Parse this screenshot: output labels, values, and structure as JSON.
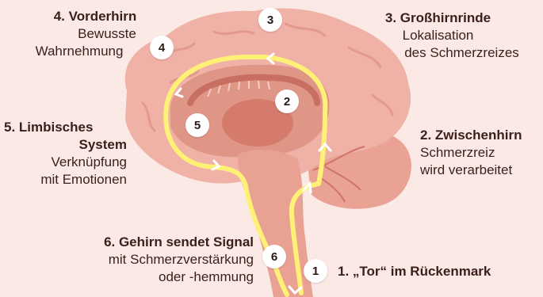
{
  "labels": {
    "vorderhirn": {
      "title": "4. Vorderhirn",
      "lines": [
        "Bewusste",
        "Wahrnehmung"
      ]
    },
    "grosshirnrinde": {
      "title": "3. Großhirnrinde",
      "lines": [
        "Lokalisation",
        "des Schmerzreizes"
      ]
    },
    "limbisch": {
      "title_lines": [
        "5. Limbisches",
        "System"
      ],
      "lines": [
        "Verknüpfung",
        "mit Emotionen"
      ]
    },
    "zwischenhirn": {
      "title": "2. Zwischenhirn",
      "lines": [
        "Schmerzreiz",
        "wird verarbeitet"
      ]
    },
    "gehirn_signal": {
      "title": "6. Gehirn sendet Signal",
      "lines": [
        "mit Schmerzverstärkung",
        "oder -hemmung"
      ]
    },
    "tor": {
      "title": "1. „Tor“ im Rückenmark"
    }
  },
  "badges": [
    "1",
    "2",
    "3",
    "4",
    "5",
    "6"
  ],
  "colors": {
    "background": "#fae9e5",
    "brain": "#f0b1a7",
    "brain_dark": "#d98576",
    "pathway": "#fff176",
    "text": "#3a1f1c"
  }
}
